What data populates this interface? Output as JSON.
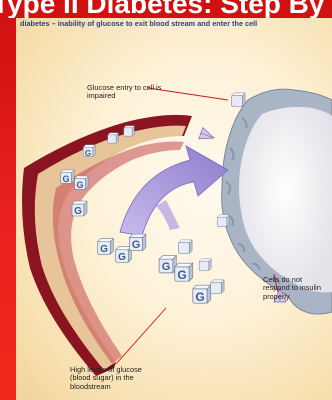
{
  "slide": {
    "title": "Type II Diabetes: Step By Step"
  },
  "figure": {
    "subtitle": "diabetes – inability of glucose to exit blood stream and enter the cell",
    "labels": {
      "glucose_entry": "Glucose entry to cell is impaired",
      "cells_response": "Cells do not respond to insulin properly",
      "high_glucose": "High levels of glucose (blood sugar) in the bloodstream"
    },
    "glucose_cube_letter": "G"
  },
  "colors": {
    "slide_background": "#e01818",
    "vessel_wall": "#8a1420",
    "vessel_lining": "#e8c49a",
    "cell_membrane": "#a9b4c4",
    "cell_interior": "#f4f4f6",
    "glucose_cube": "#e6ecf5",
    "arrow": "#a89ad8",
    "label_line": "#cc1a1a"
  },
  "icons": [
    "glucose-cube-icon",
    "insulin-receptor-icon",
    "flow-arrow-icon"
  ]
}
